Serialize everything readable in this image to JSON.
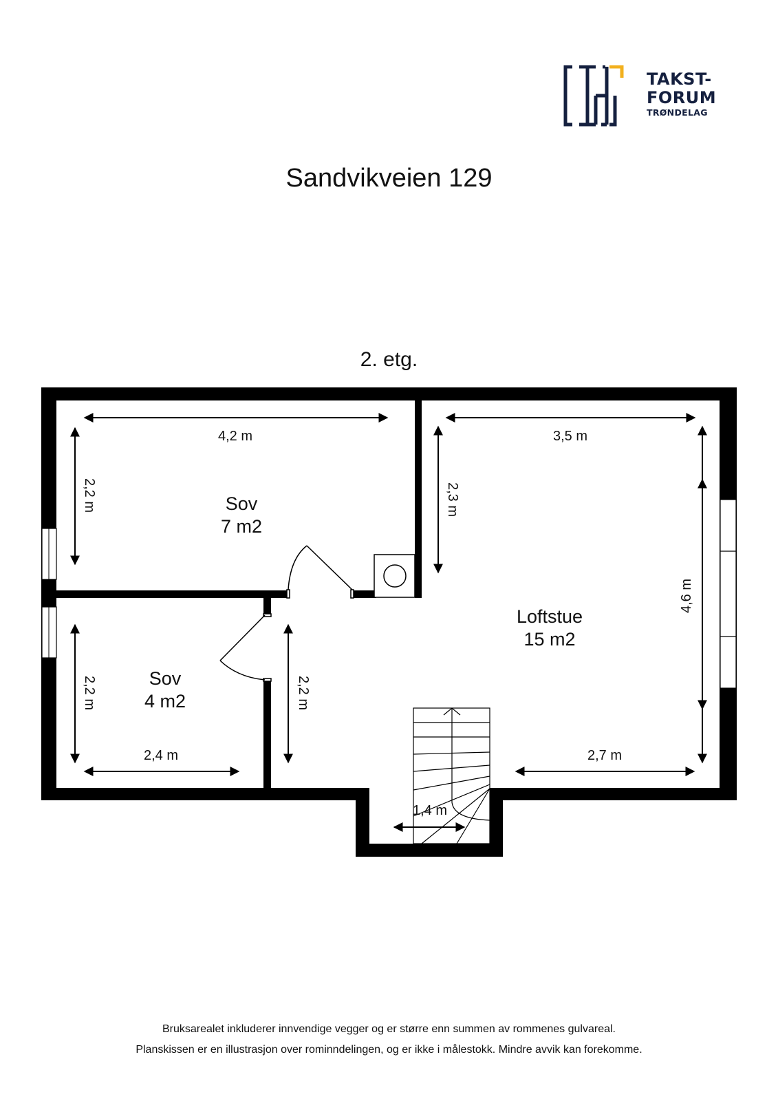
{
  "brand": {
    "line1": "TAKST-",
    "line2": "FORUM",
    "line3": "TRØNDELAG",
    "colors": {
      "navy": "#15203f",
      "accent": "#f2b01e"
    }
  },
  "title": "Sandvikveien 129",
  "floor": "2. etg.",
  "rooms": [
    {
      "name": "Sov",
      "area": "7 m2"
    },
    {
      "name": "Sov",
      "area": "4 m2"
    },
    {
      "name": "Loftstue",
      "area": "15 m2"
    }
  ],
  "dimensions": {
    "sov1_width": "4,2 m",
    "sov1_height": "2,2 m",
    "sov2_height": "2,2 m",
    "sov2_width": "2,4 m",
    "hall_height": "2,2 m",
    "loft_width_top": "3,5 m",
    "loft_height_left": "2,3 m",
    "loft_height_right": "4,6 m",
    "loft_width_bottom": "2,7 m",
    "stair_width": "1,4 m"
  },
  "disclaimer": {
    "line1": "Bruksarealet inkluderer innvendige vegger og er større enn summen av rommenes gulvareal.",
    "line2": "Planskissen er en illustrasjon over rominndelingen, og er ikke i målestokk. Mindre avvik kan forekomme."
  }
}
